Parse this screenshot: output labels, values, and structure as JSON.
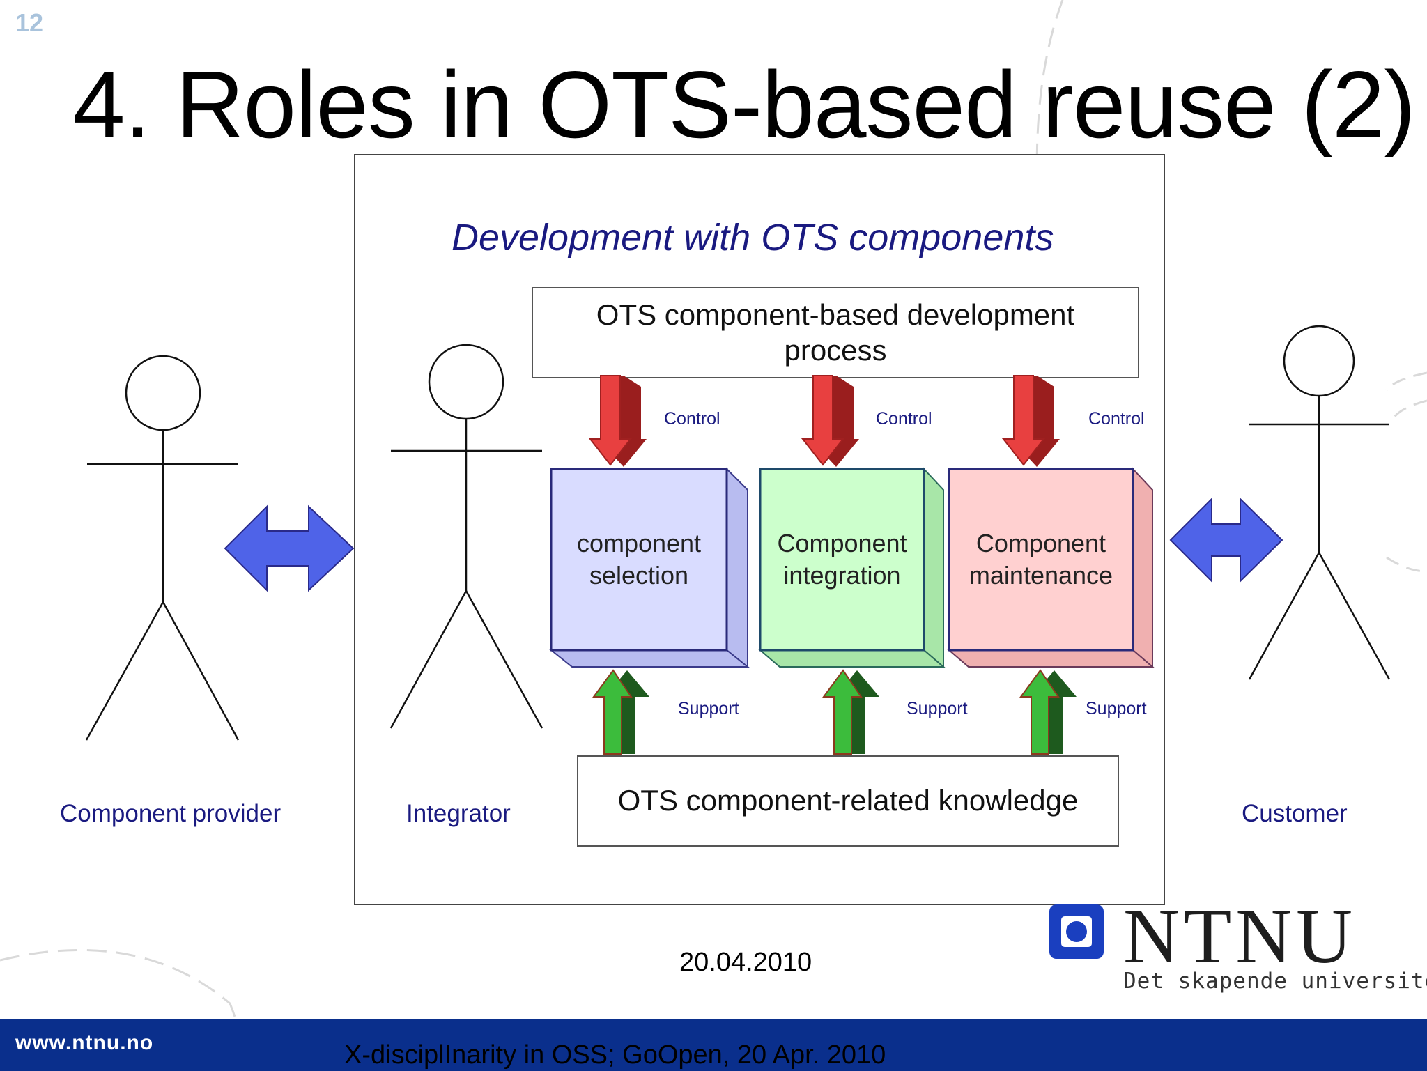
{
  "slide": {
    "number": "12",
    "title": "4. Roles in OTS-based reuse (2)",
    "date": "20.04.2010"
  },
  "diagram": {
    "heading": "Development with OTS components",
    "process_box": "OTS component-based development process",
    "knowledge_box": "OTS component-related knowledge",
    "control_label": "Control",
    "support_label": "Support",
    "cubes": [
      {
        "line1": "component",
        "line2": "selection",
        "color": "#d9dcff"
      },
      {
        "line1": "Component",
        "line2": "integration",
        "color": "#ccffcc"
      },
      {
        "line1": "Component",
        "line2": "maintenance",
        "color": "#ffd0d0"
      }
    ],
    "actors": {
      "provider": "Component provider",
      "integrator": "Integrator",
      "customer": "Customer"
    },
    "colors": {
      "control_arrow": "#e03030",
      "support_arrow": "#2aa02a",
      "double_arrow": "#4f63e8",
      "heading": "#1a1a80"
    }
  },
  "footer": {
    "url": "www.ntnu.no",
    "caption": "X-disciplInarity in OSS; GoOpen, 20 Apr. 2010",
    "bar_color": "#0a2f8c"
  },
  "logo": {
    "name": "NTNU",
    "slogan": "Det skapende universitet"
  }
}
